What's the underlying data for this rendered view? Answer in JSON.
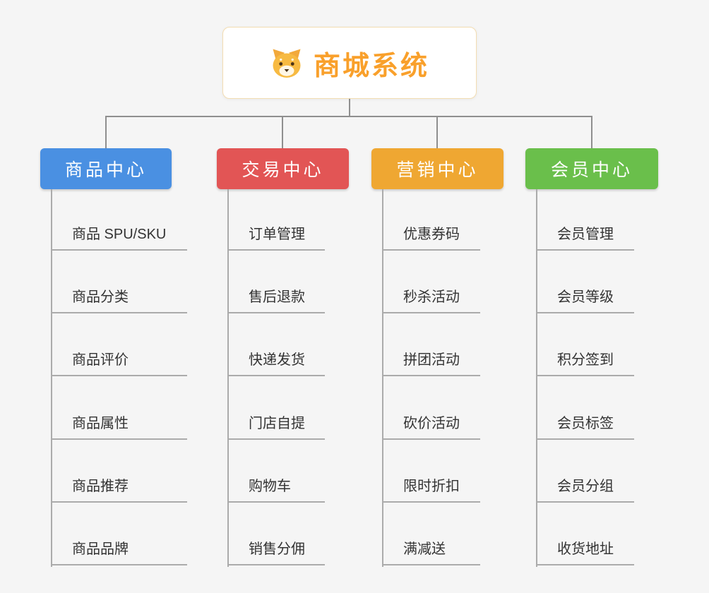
{
  "page": {
    "background_color": "#f5f5f5",
    "connector_color": "#8f8f8f",
    "child_line_color": "#ababab"
  },
  "root": {
    "title": "商城系统",
    "accent_color": "#f9a02b",
    "border_color": "#f3ddb2",
    "icon": "dog-face-icon"
  },
  "columns": [
    {
      "label": "商品中心",
      "color": "#4a90e2",
      "items": [
        "商品 SPU/SKU",
        "商品分类",
        "商品评价",
        "商品属性",
        "商品推荐",
        "商品品牌"
      ]
    },
    {
      "label": "交易中心",
      "color": "#e25555",
      "items": [
        "订单管理",
        "售后退款",
        "快递发货",
        "门店自提",
        "购物车",
        "销售分佣"
      ]
    },
    {
      "label": "营销中心",
      "color": "#efa732",
      "items": [
        "优惠券码",
        "秒杀活动",
        "拼团活动",
        "砍价活动",
        "限时折扣",
        "满减送"
      ]
    },
    {
      "label": "会员中心",
      "color": "#6abf4b",
      "items": [
        "会员管理",
        "会员等级",
        "积分签到",
        "会员标签",
        "会员分组",
        "收货地址"
      ]
    }
  ]
}
